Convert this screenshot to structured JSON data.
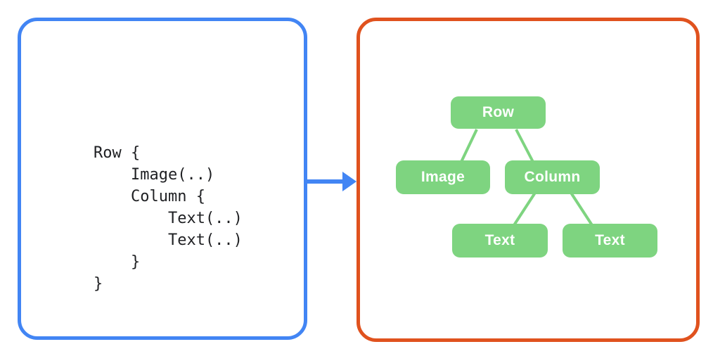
{
  "panels": {
    "code": {
      "border_color": "#4285F4",
      "code": "Row {\n    Image(..)\n    Column {\n        Text(..)\n        Text(..)\n    }\n}"
    },
    "tree": {
      "border_color": "#E0521E",
      "node_fill_color": "#7ED480",
      "node_text_color": "#FFFFFF",
      "nodes": [
        {
          "id": "row",
          "label": "Row"
        },
        {
          "id": "image",
          "label": "Image"
        },
        {
          "id": "column",
          "label": "Column"
        },
        {
          "id": "text-1",
          "label": "Text"
        },
        {
          "id": "text-2",
          "label": "Text"
        }
      ],
      "edges": [
        {
          "from": "row",
          "to": "image"
        },
        {
          "from": "row",
          "to": "column"
        },
        {
          "from": "column",
          "to": "text-1"
        },
        {
          "from": "column",
          "to": "text-2"
        }
      ]
    }
  },
  "arrow": {
    "direction": "right",
    "color": "#4285F4"
  }
}
